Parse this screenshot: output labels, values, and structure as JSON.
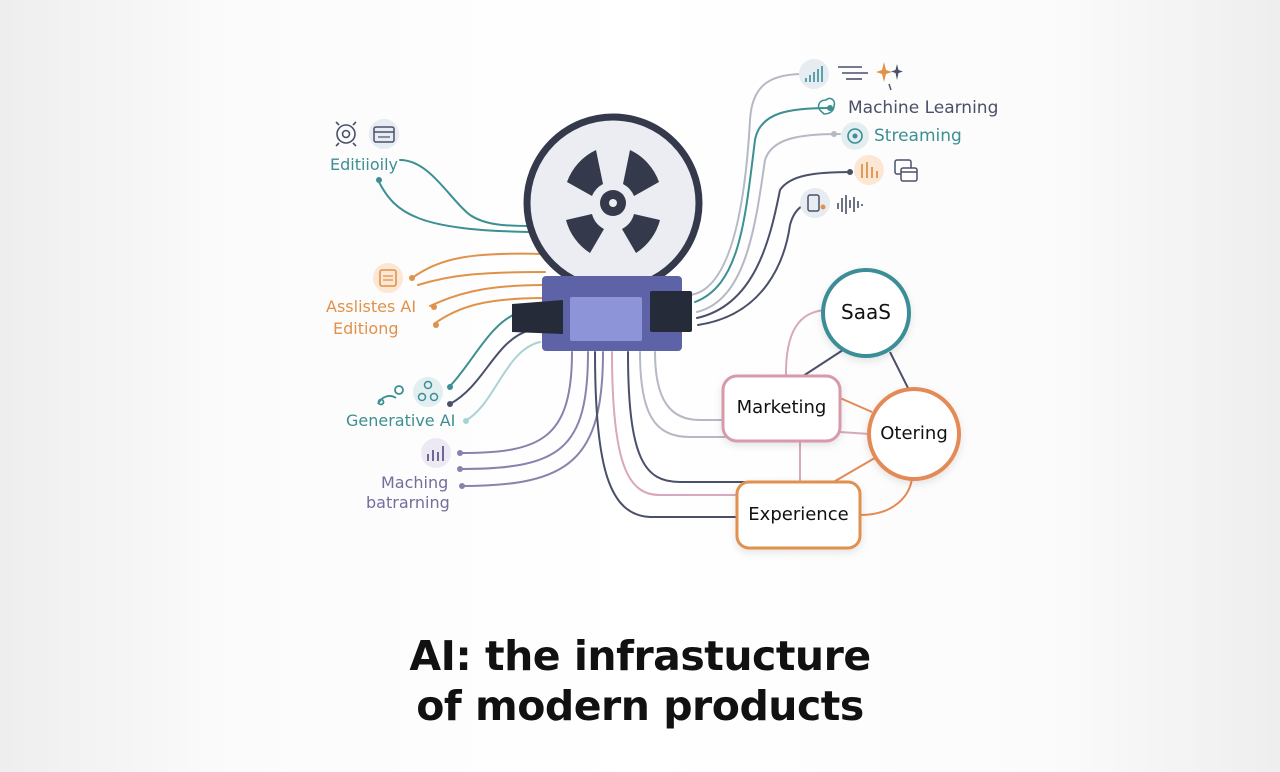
{
  "diagram": {
    "title": {
      "line1": "AI: the infrastucture",
      "line2": "of modern products"
    },
    "right_labels": {
      "machine_learning": "Machine Learning",
      "streaming": "Streaming"
    },
    "left_labels": {
      "editing": "Editiioily",
      "assistant_line1": "Asslistes AI",
      "assistant_line2": "Editiong",
      "generative": "Generative AI",
      "machine_line1": "Maching",
      "machine_line2": "batrarning"
    },
    "nodes": {
      "saas": "SaaS",
      "marketing": "Marketing",
      "ordering": "Otering",
      "experience": "Experience"
    },
    "colors": {
      "teal": "#3c8f92",
      "orange": "#e0924a",
      "purple": "#8a82ad",
      "slate": "#4a5068",
      "gray": "#b4b9c4",
      "pink": "#d9a7be",
      "projector_body": "#5e63a8",
      "projector_screen": "#8e94d8",
      "reel": "#343a4c",
      "saas_ring": "#3a8e96",
      "marketing_ring": "#d79aaa",
      "ordering_ring": "#e38a56",
      "experience_ring": "#e0914f"
    },
    "icons": [
      "target-icon",
      "calendar-icon",
      "document-icon",
      "link-icon",
      "nodes-icon",
      "bar-chart-icon",
      "trend-chart-icon",
      "list-icon",
      "sparkle-icon",
      "brain-icon",
      "stream-icon",
      "bars-icon",
      "window-icon",
      "device-icon",
      "waveform-icon",
      "film-reel-icon",
      "projector-icon"
    ]
  }
}
